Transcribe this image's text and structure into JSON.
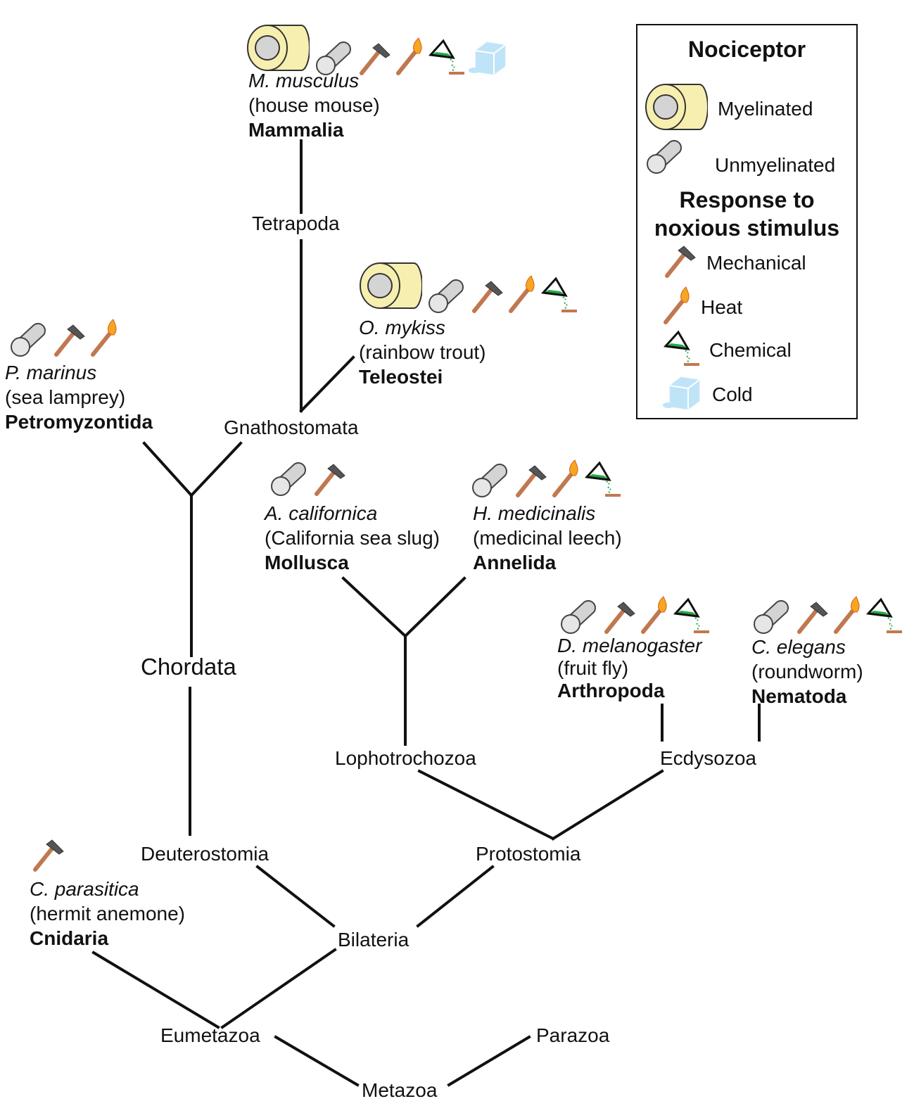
{
  "nodes": {
    "tetrapoda": "Tetrapoda",
    "gnathostomata": "Gnathostomata",
    "chordata": "Chordata",
    "lophotrochozoa": "Lophotrochozoa",
    "ecdysozoa": "Ecdysozoa",
    "deuterostomia": "Deuterostomia",
    "protostomia": "Protostomia",
    "bilateria": "Bilateria",
    "eumetazoa": "Eumetazoa",
    "parazoa": "Parazoa",
    "metazoa": "Metazoa"
  },
  "species": {
    "mouse": {
      "sci": "M. musculus",
      "common": "(house mouse)",
      "taxon": "Mammalia",
      "icons": [
        "myelinated-nerve",
        "unmyelinated-nerve",
        "mechanical",
        "heat",
        "chemical",
        "cold"
      ]
    },
    "trout": {
      "sci": "O. mykiss",
      "common": "(rainbow trout)",
      "taxon": "Teleostei",
      "icons": [
        "myelinated-nerve",
        "unmyelinated-nerve",
        "mechanical",
        "heat",
        "chemical"
      ]
    },
    "lamprey": {
      "sci": "P. marinus",
      "common": "(sea lamprey)",
      "taxon": "Petromyzontida",
      "icons": [
        "unmyelinated-nerve",
        "mechanical",
        "heat"
      ]
    },
    "slug": {
      "sci": "A. californica",
      "common": "(California sea slug)",
      "taxon": "Mollusca",
      "icons": [
        "unmyelinated-nerve",
        "mechanical"
      ]
    },
    "leech": {
      "sci": "H. medicinalis",
      "common": "(medicinal leech)",
      "taxon": "Annelida",
      "icons": [
        "unmyelinated-nerve",
        "mechanical",
        "heat",
        "chemical"
      ]
    },
    "fly": {
      "sci": "D. melanogaster",
      "common": "(fruit fly)",
      "taxon": "Arthropoda",
      "icons": [
        "unmyelinated-nerve",
        "mechanical",
        "heat",
        "chemical"
      ]
    },
    "worm": {
      "sci": "C. elegans",
      "common": "(roundworm)",
      "taxon": "Nematoda",
      "icons": [
        "unmyelinated-nerve",
        "mechanical",
        "heat",
        "chemical"
      ]
    },
    "anemone": {
      "sci": "C. parasitica",
      "common": "(hermit anemone)",
      "taxon": "Cnidaria",
      "icons": [
        "mechanical"
      ]
    }
  },
  "legend": {
    "title_nociceptor": "Nociceptor",
    "myelinated": "Myelinated",
    "unmyelinated": "Unmyelinated",
    "title_response_1": "Response to",
    "title_response_2": "noxious stimulus",
    "mechanical": "Mechanical",
    "heat": "Heat",
    "chemical": "Chemical",
    "cold": "Cold"
  },
  "colors": {
    "branch": "#111111",
    "myelin_sheath": "#f7efb0",
    "axon": "#d4d4d4",
    "hammer_handle": "#c07850",
    "flame": "#f5a623",
    "flask": "#22aa44",
    "ice": "#bfe4f7"
  }
}
